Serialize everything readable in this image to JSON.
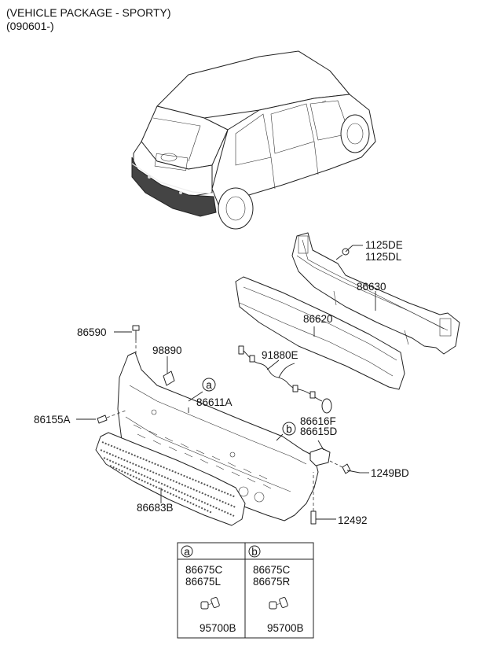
{
  "header": {
    "line1": "(VEHICLE PACKAGE - SPORTY)",
    "line2": "(090601-)"
  },
  "callouts": [
    {
      "id": "p1125DE",
      "text": "1125DE"
    },
    {
      "id": "p1125DL",
      "text": "1125DL"
    },
    {
      "id": "p86630",
      "text": "86630"
    },
    {
      "id": "p86620",
      "text": "86620"
    },
    {
      "id": "p86590",
      "text": "86590"
    },
    {
      "id": "p98890",
      "text": "98890"
    },
    {
      "id": "p91880E",
      "text": "91880E"
    },
    {
      "id": "p86611A",
      "text": "86611A"
    },
    {
      "id": "p86155A",
      "text": "86155A"
    },
    {
      "id": "p86616F",
      "text": "86616F"
    },
    {
      "id": "p86615D",
      "text": "86615D"
    },
    {
      "id": "p1249BD",
      "text": "1249BD"
    },
    {
      "id": "p86683B",
      "text": "86683B"
    },
    {
      "id": "p12492",
      "text": "12492"
    }
  ],
  "markers": {
    "a": "a",
    "b": "b"
  },
  "detail_table": {
    "a": {
      "marker": "a",
      "part1": "86675C",
      "part2": "86675L",
      "part3": "95700B"
    },
    "b": {
      "marker": "b",
      "part1": "86675C",
      "part2": "86675R",
      "part3": "95700B"
    }
  }
}
